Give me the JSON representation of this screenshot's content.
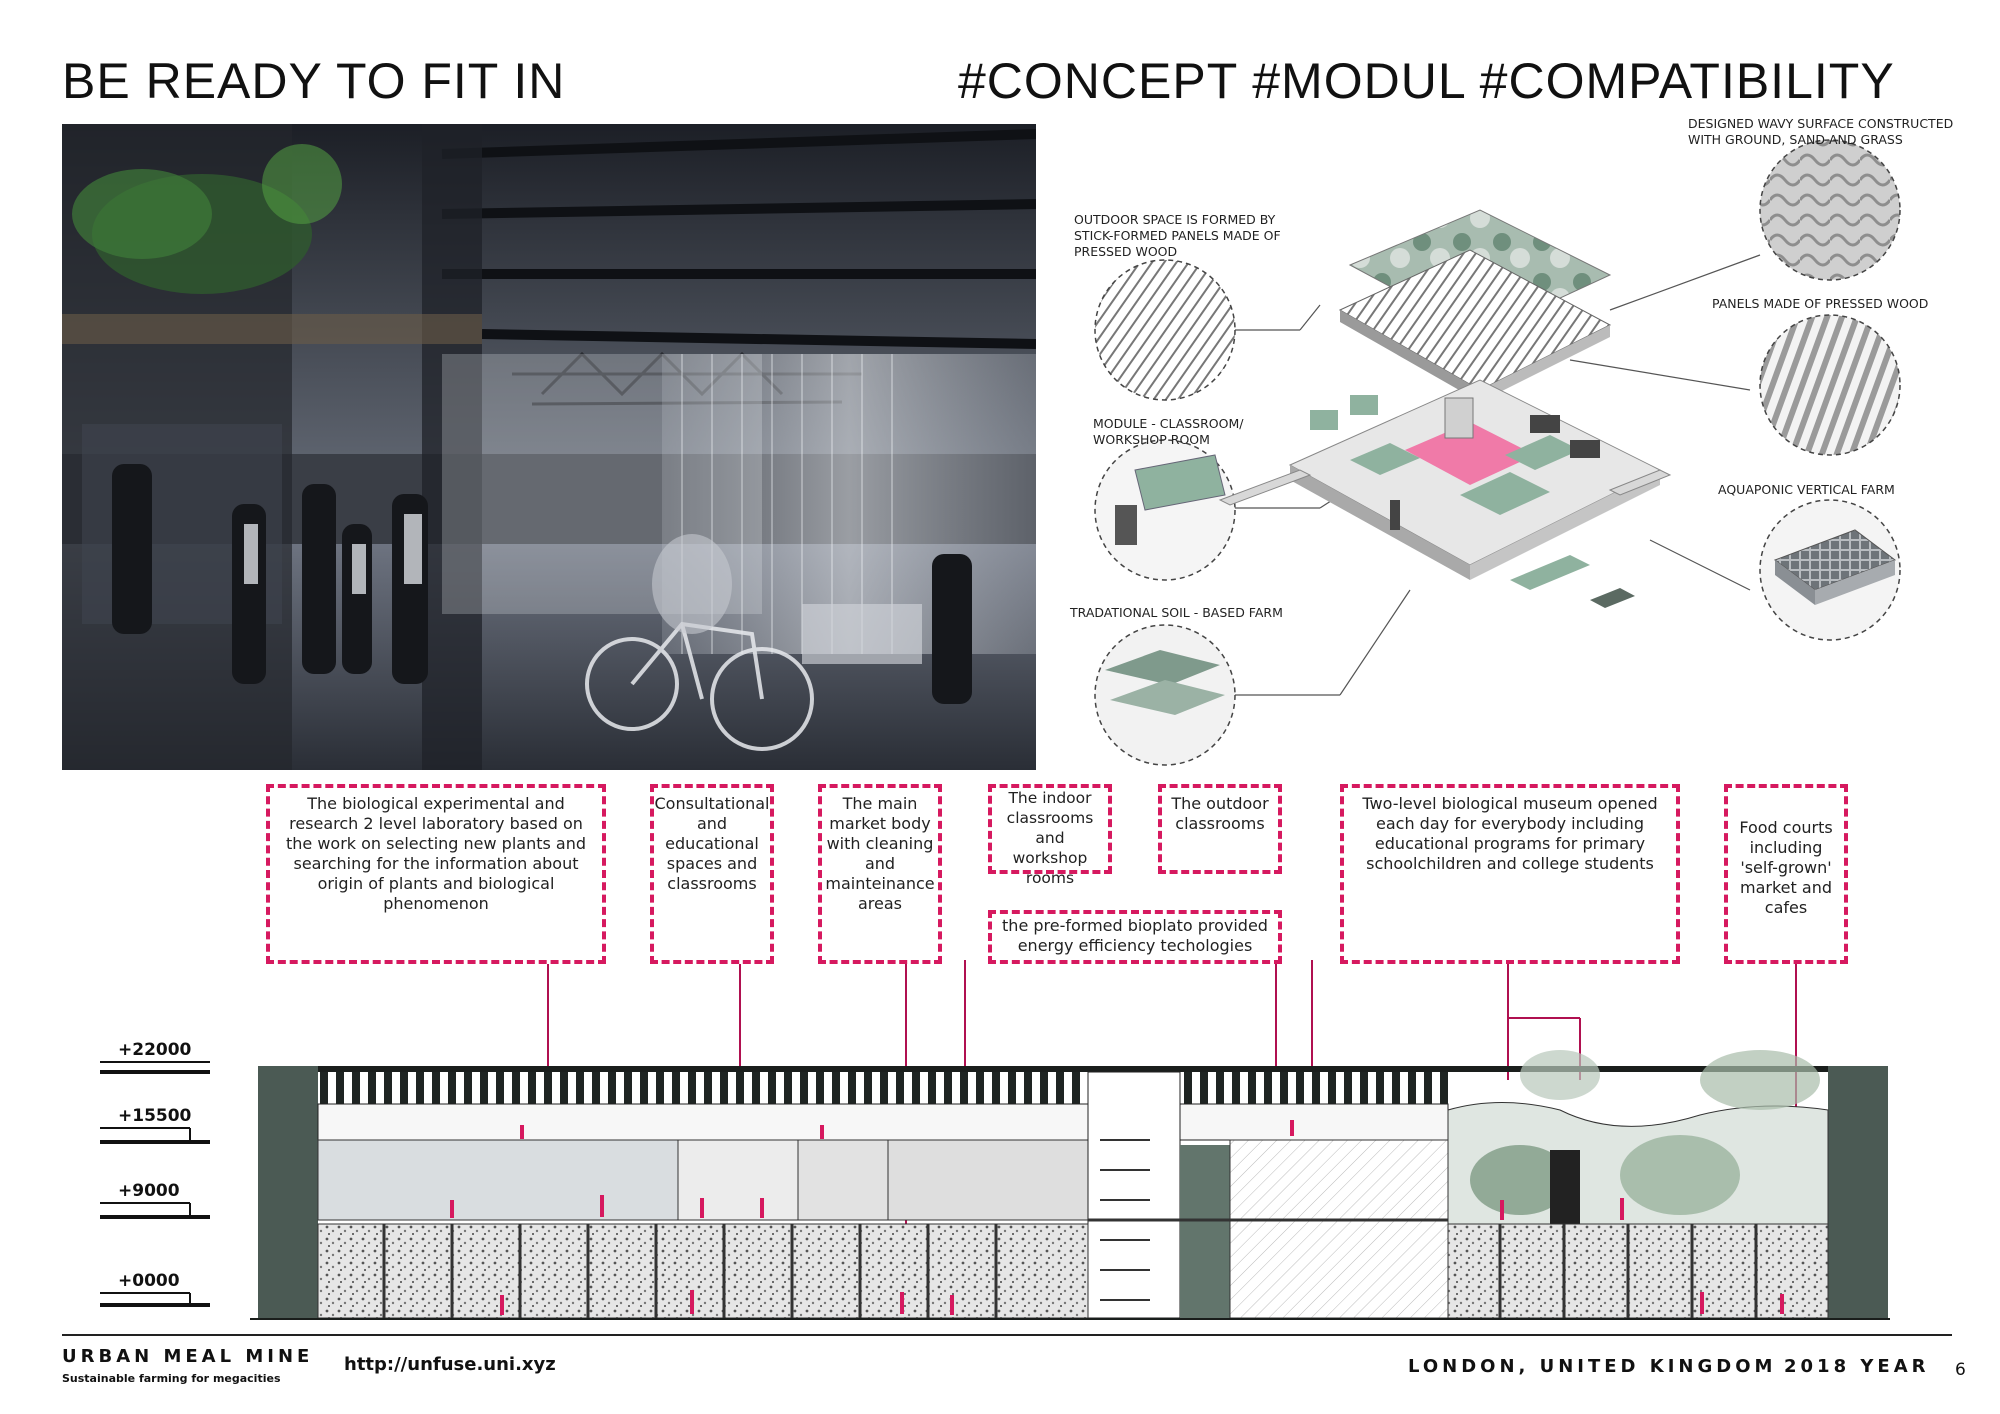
{
  "header": {
    "title_left": "BE READY TO FIT IN",
    "title_right": "#CONCEPT #MODUL #COMPATIBILITY"
  },
  "axonometric": {
    "labels": {
      "wavy_surface": "DESIGNED WAVY SURFACE CONSTRUCTED WITH GROUND, SAND AND GRASS",
      "outdoor_space": "OUTDOOR SPACE IS FORMED BY STICK-FORMED PANELS MADE OF PRESSED WOOD",
      "panels": "PANELS MADE OF PRESSED WOOD",
      "module": "MODULE - CLASSROOM/ WORKSHOP ROOM",
      "aquaponic": "AQUAPONIC VERTICAL FARM",
      "soil_farm": "TRADATIONAL SOIL - BASED FARM"
    }
  },
  "annotations": {
    "lab": "The biological experimental and research 2 level laboratory based on the work on selecting new plants and searching for the information about origin of plants and biological phenomenon",
    "consult": "Consultational and educational spaces and classrooms",
    "market": "The main market body with cleaning and mainteinance areas",
    "indoor": "The indoor classrooms and workshop rooms",
    "outdoor": "The outdoor classrooms",
    "bioplato": "the pre-formed bioplato provided energy efficiency techologies",
    "museum": "Two-level biological museum opened each day for everybody including educational programs for primary schoolchildren and college students",
    "food": "Food courts including 'self-grown' market and cafes"
  },
  "levels": {
    "l22000": "+22000",
    "l15500": "+15500",
    "l9000": "+9000",
    "l0000": "+0000"
  },
  "footer": {
    "project": "URBAN MEAL MINE",
    "subtitle": "Sustainable farming for megacities",
    "url": "http://unfuse.uni.xyz",
    "location": "LONDON, UNITED KINGDOM",
    "year": "2018 YEAR",
    "page": "6"
  },
  "colors": {
    "accent": "#d6195f",
    "module_green": "#8fb29f",
    "module_pink": "#f07aa8"
  }
}
